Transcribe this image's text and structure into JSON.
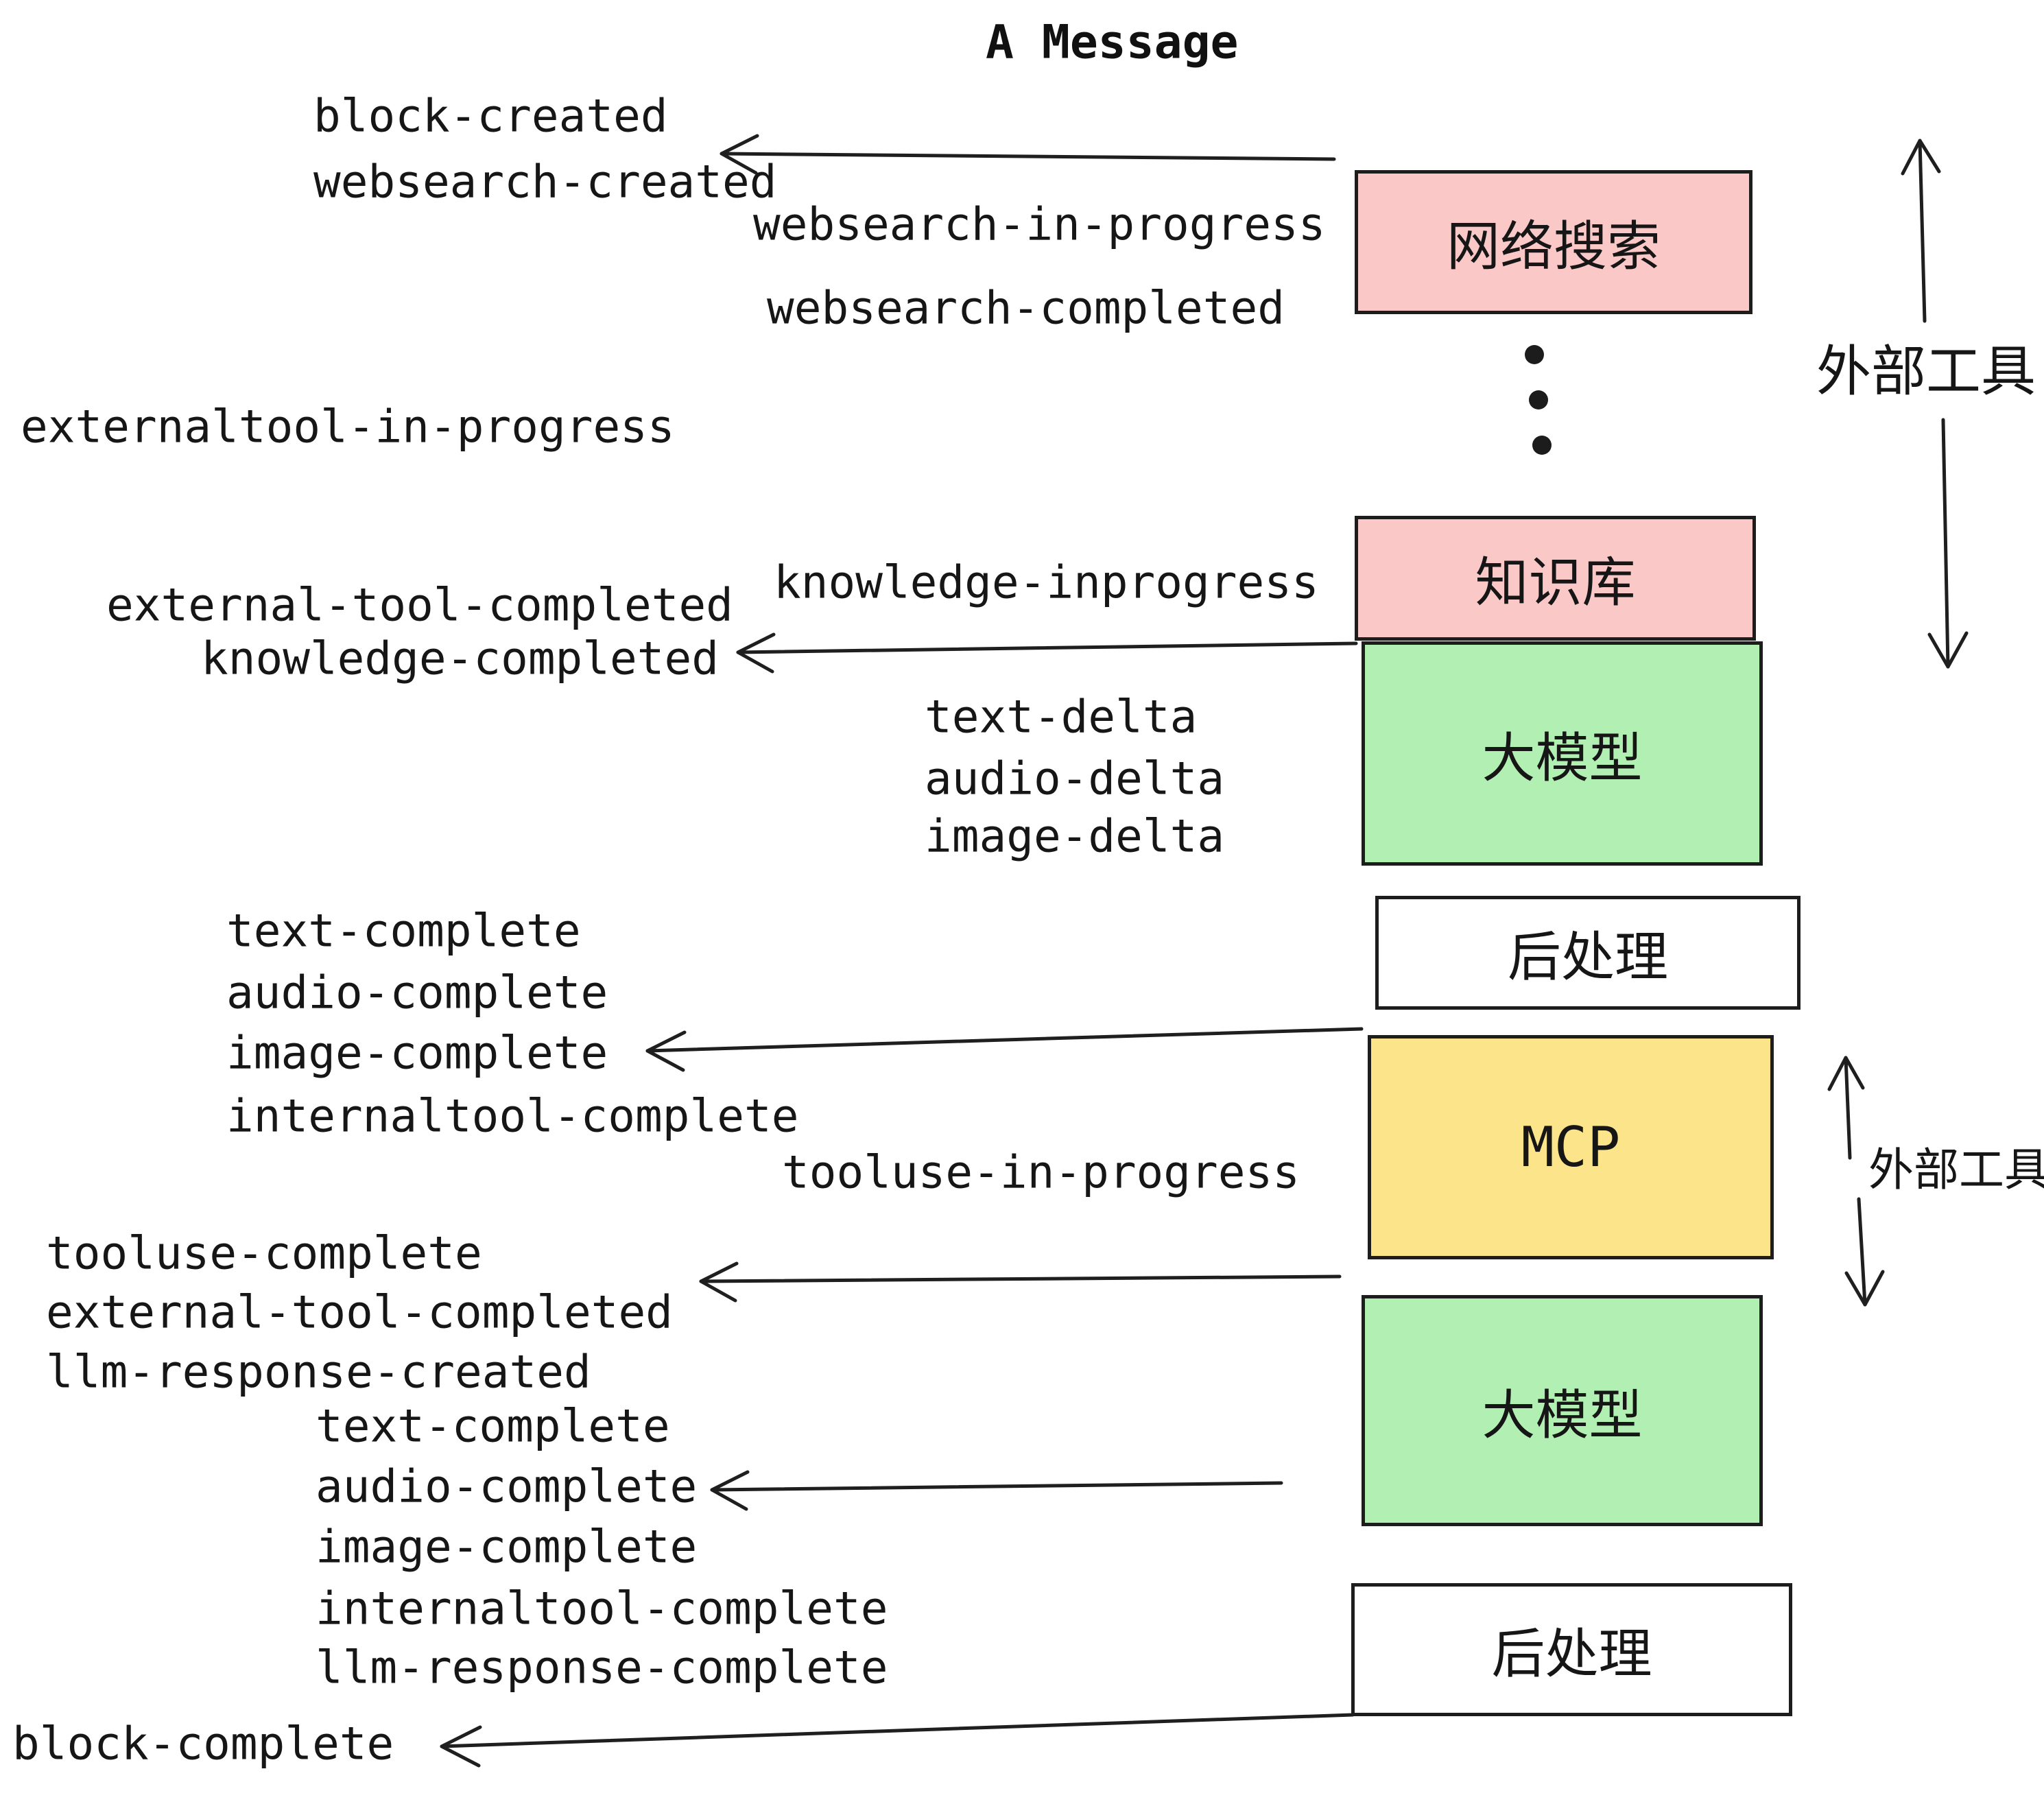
{
  "title": "A Message",
  "colors": {
    "pink": "#fbc8c8",
    "green": "#b2efb3",
    "yellow": "#fbe48a",
    "white": "#ffffff",
    "border": "#1d1d1d",
    "text": "#161616"
  },
  "boxes": [
    {
      "id": "websearch",
      "label": "网络搜索",
      "color": "#fbc8c8"
    },
    {
      "id": "knowledge",
      "label": "知识库",
      "color": "#fbc8c8"
    },
    {
      "id": "llm-1",
      "label": "大模型",
      "color": "#b2efb3"
    },
    {
      "id": "post-1",
      "label": "后处理",
      "color": "#ffffff"
    },
    {
      "id": "mcp",
      "label": "MCP",
      "color": "#fbe48a"
    },
    {
      "id": "llm-2",
      "label": "大模型",
      "color": "#b2efb3"
    },
    {
      "id": "post-2",
      "label": "后处理",
      "color": "#ffffff"
    }
  ],
  "side_labels": [
    {
      "text": "外部工具"
    },
    {
      "text": "外部工具"
    }
  ],
  "events": [
    "block-created",
    "websearch-created",
    "websearch-in-progress",
    "websearch-completed",
    "externaltool-in-progress",
    "knowledge-inprogress",
    "external-tool-completed",
    "knowledge-completed",
    "text-delta",
    "audio-delta",
    "image-delta",
    "text-complete",
    "audio-complete",
    "image-complete",
    "internaltool-complete",
    "tooluse-in-progress",
    "tooluse-complete",
    "external-tool-completed",
    "llm-response-created",
    "text-complete",
    "audio-complete",
    "image-complete",
    "internaltool-complete",
    "llm-response-complete",
    "block-complete"
  ]
}
